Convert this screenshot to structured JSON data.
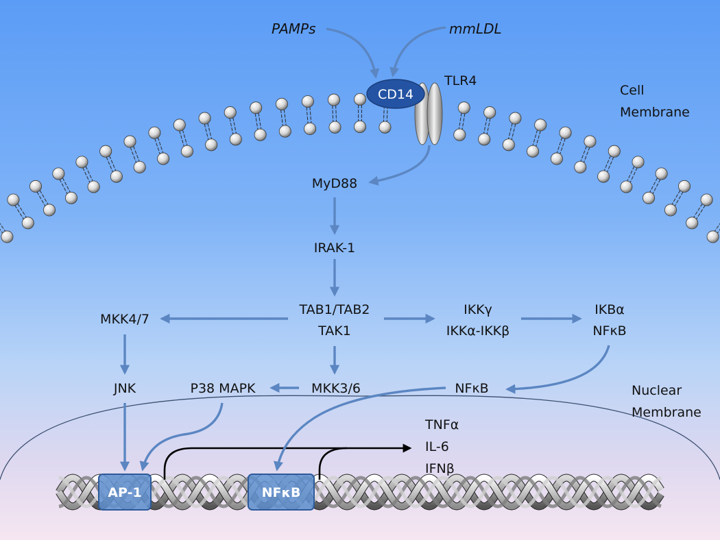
{
  "inputs": {
    "pamps": "PAMPs",
    "mmldl": "mmLDL"
  },
  "receptors": {
    "cd14": "CD14",
    "tlr4": "TLR4"
  },
  "membranes": {
    "cell": [
      "Cell",
      "Membrane"
    ],
    "nuclear": [
      "Nuclear",
      "Membrane"
    ]
  },
  "pathway": {
    "myd88": "MyD88",
    "irak1": "IRAK-1",
    "tab": [
      "TAB1/TAB2",
      "TAK1"
    ],
    "ikk": [
      "IKKγ",
      "IKKα-IKKβ"
    ],
    "ikb": [
      "IKBα",
      "NFκB"
    ],
    "mkk47": "MKK4/7",
    "jnk": "JNK",
    "p38": "P38 MAPK",
    "mkk36": "MKK3/6",
    "nfkb": "NFκB"
  },
  "dna_boxes": {
    "ap1": "AP-1",
    "nfkb": "NFκB"
  },
  "outputs": [
    "TNFα",
    "IL-6",
    "IFNβ"
  ],
  "colors": {
    "arrow": "#5b86c2",
    "dna_box_fill": "#5e8fcf",
    "dna_box_stroke": "#2d5a99",
    "cd14_fill": "#2453a3",
    "nuclear_line": "#3b4f70"
  }
}
